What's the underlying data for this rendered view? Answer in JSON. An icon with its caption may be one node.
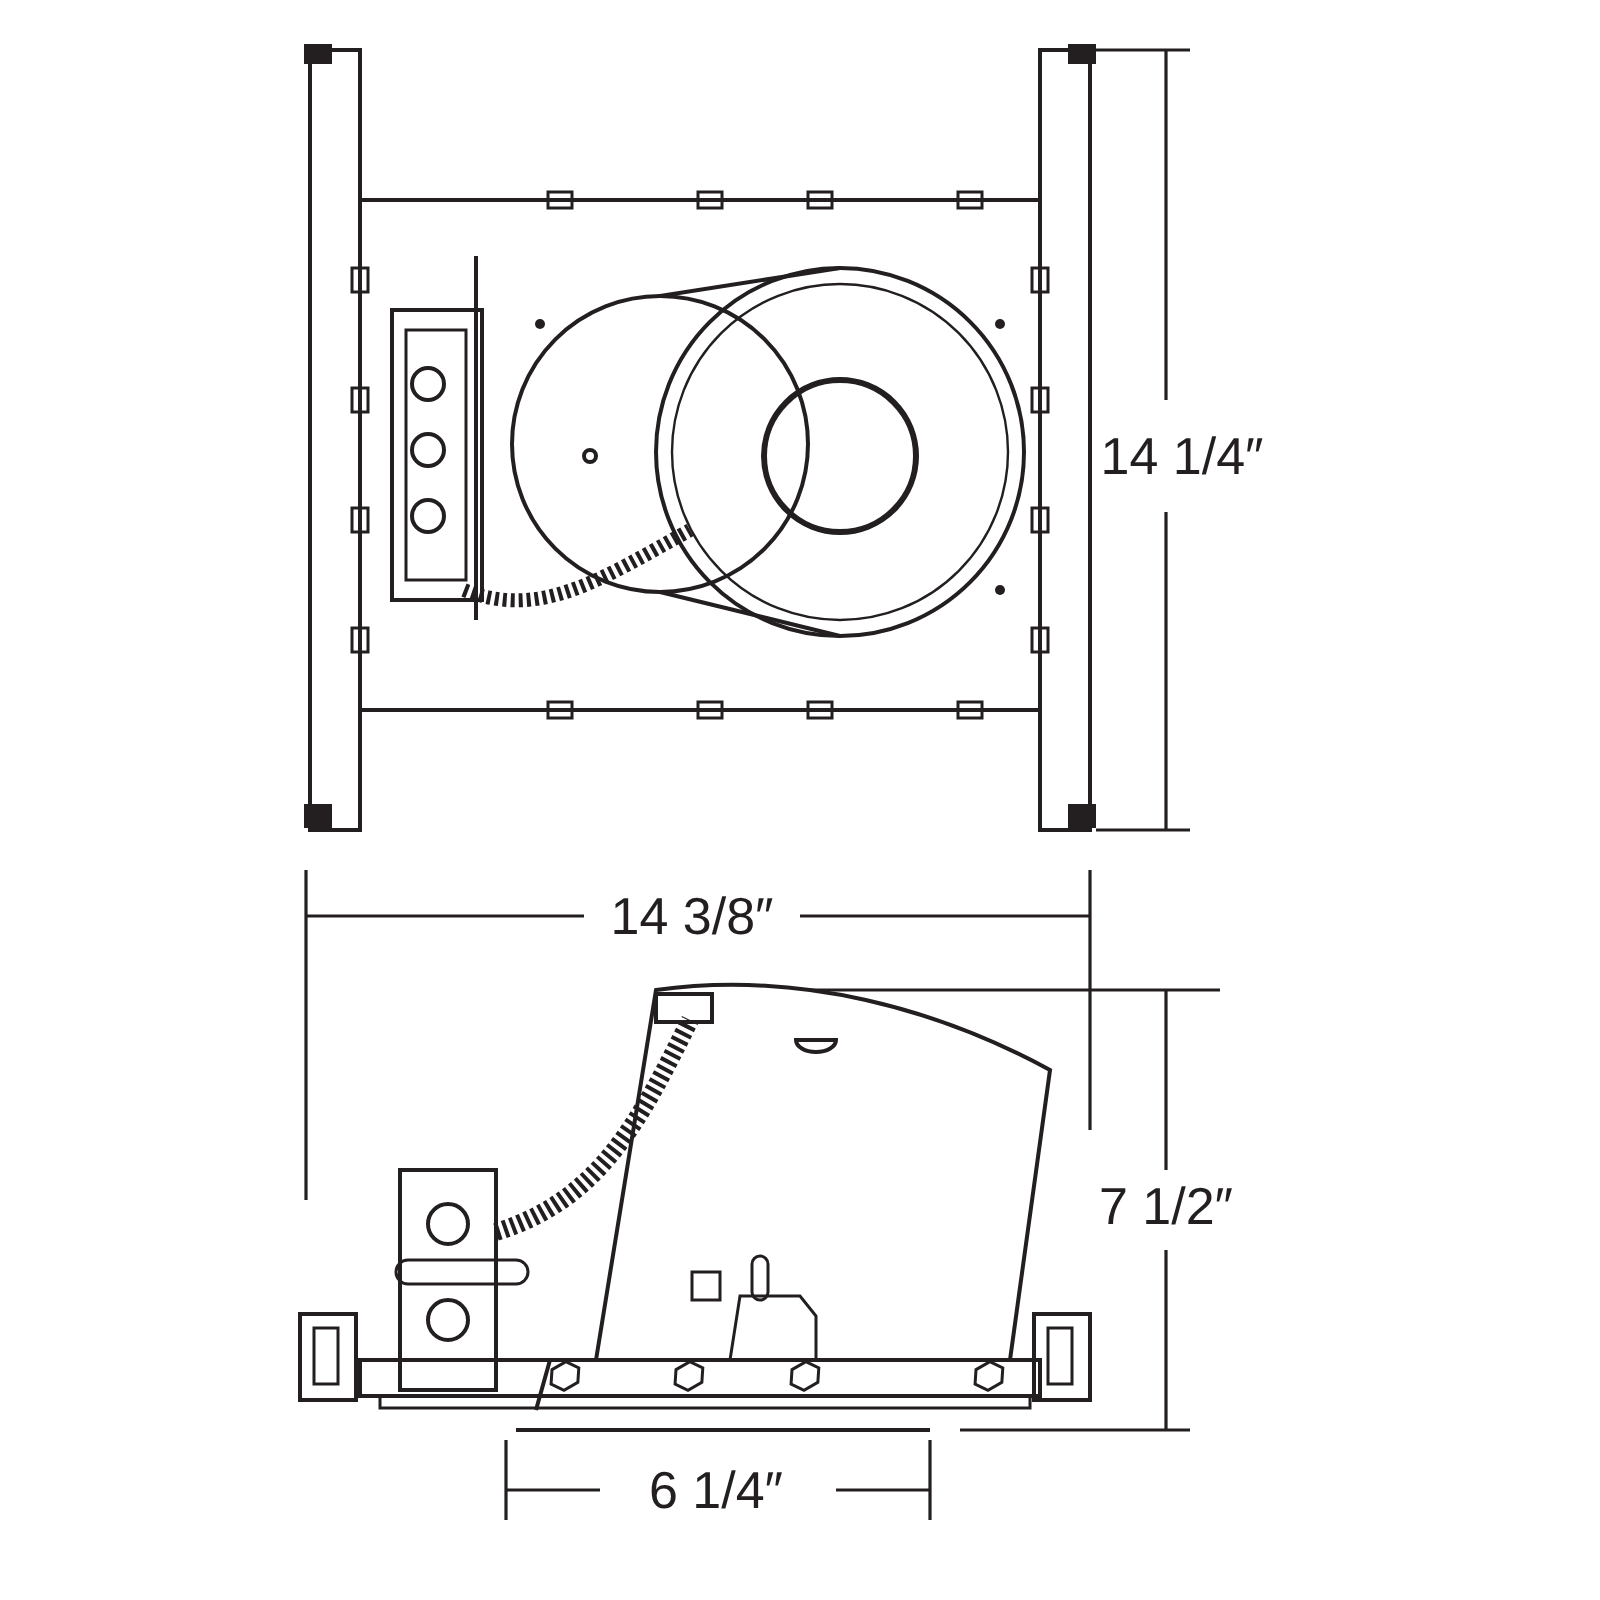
{
  "diagram": {
    "labels": [
      "14 1/4″",
      "14 3/8″",
      "7 1/2″",
      "6 1/4″"
    ]
  }
}
